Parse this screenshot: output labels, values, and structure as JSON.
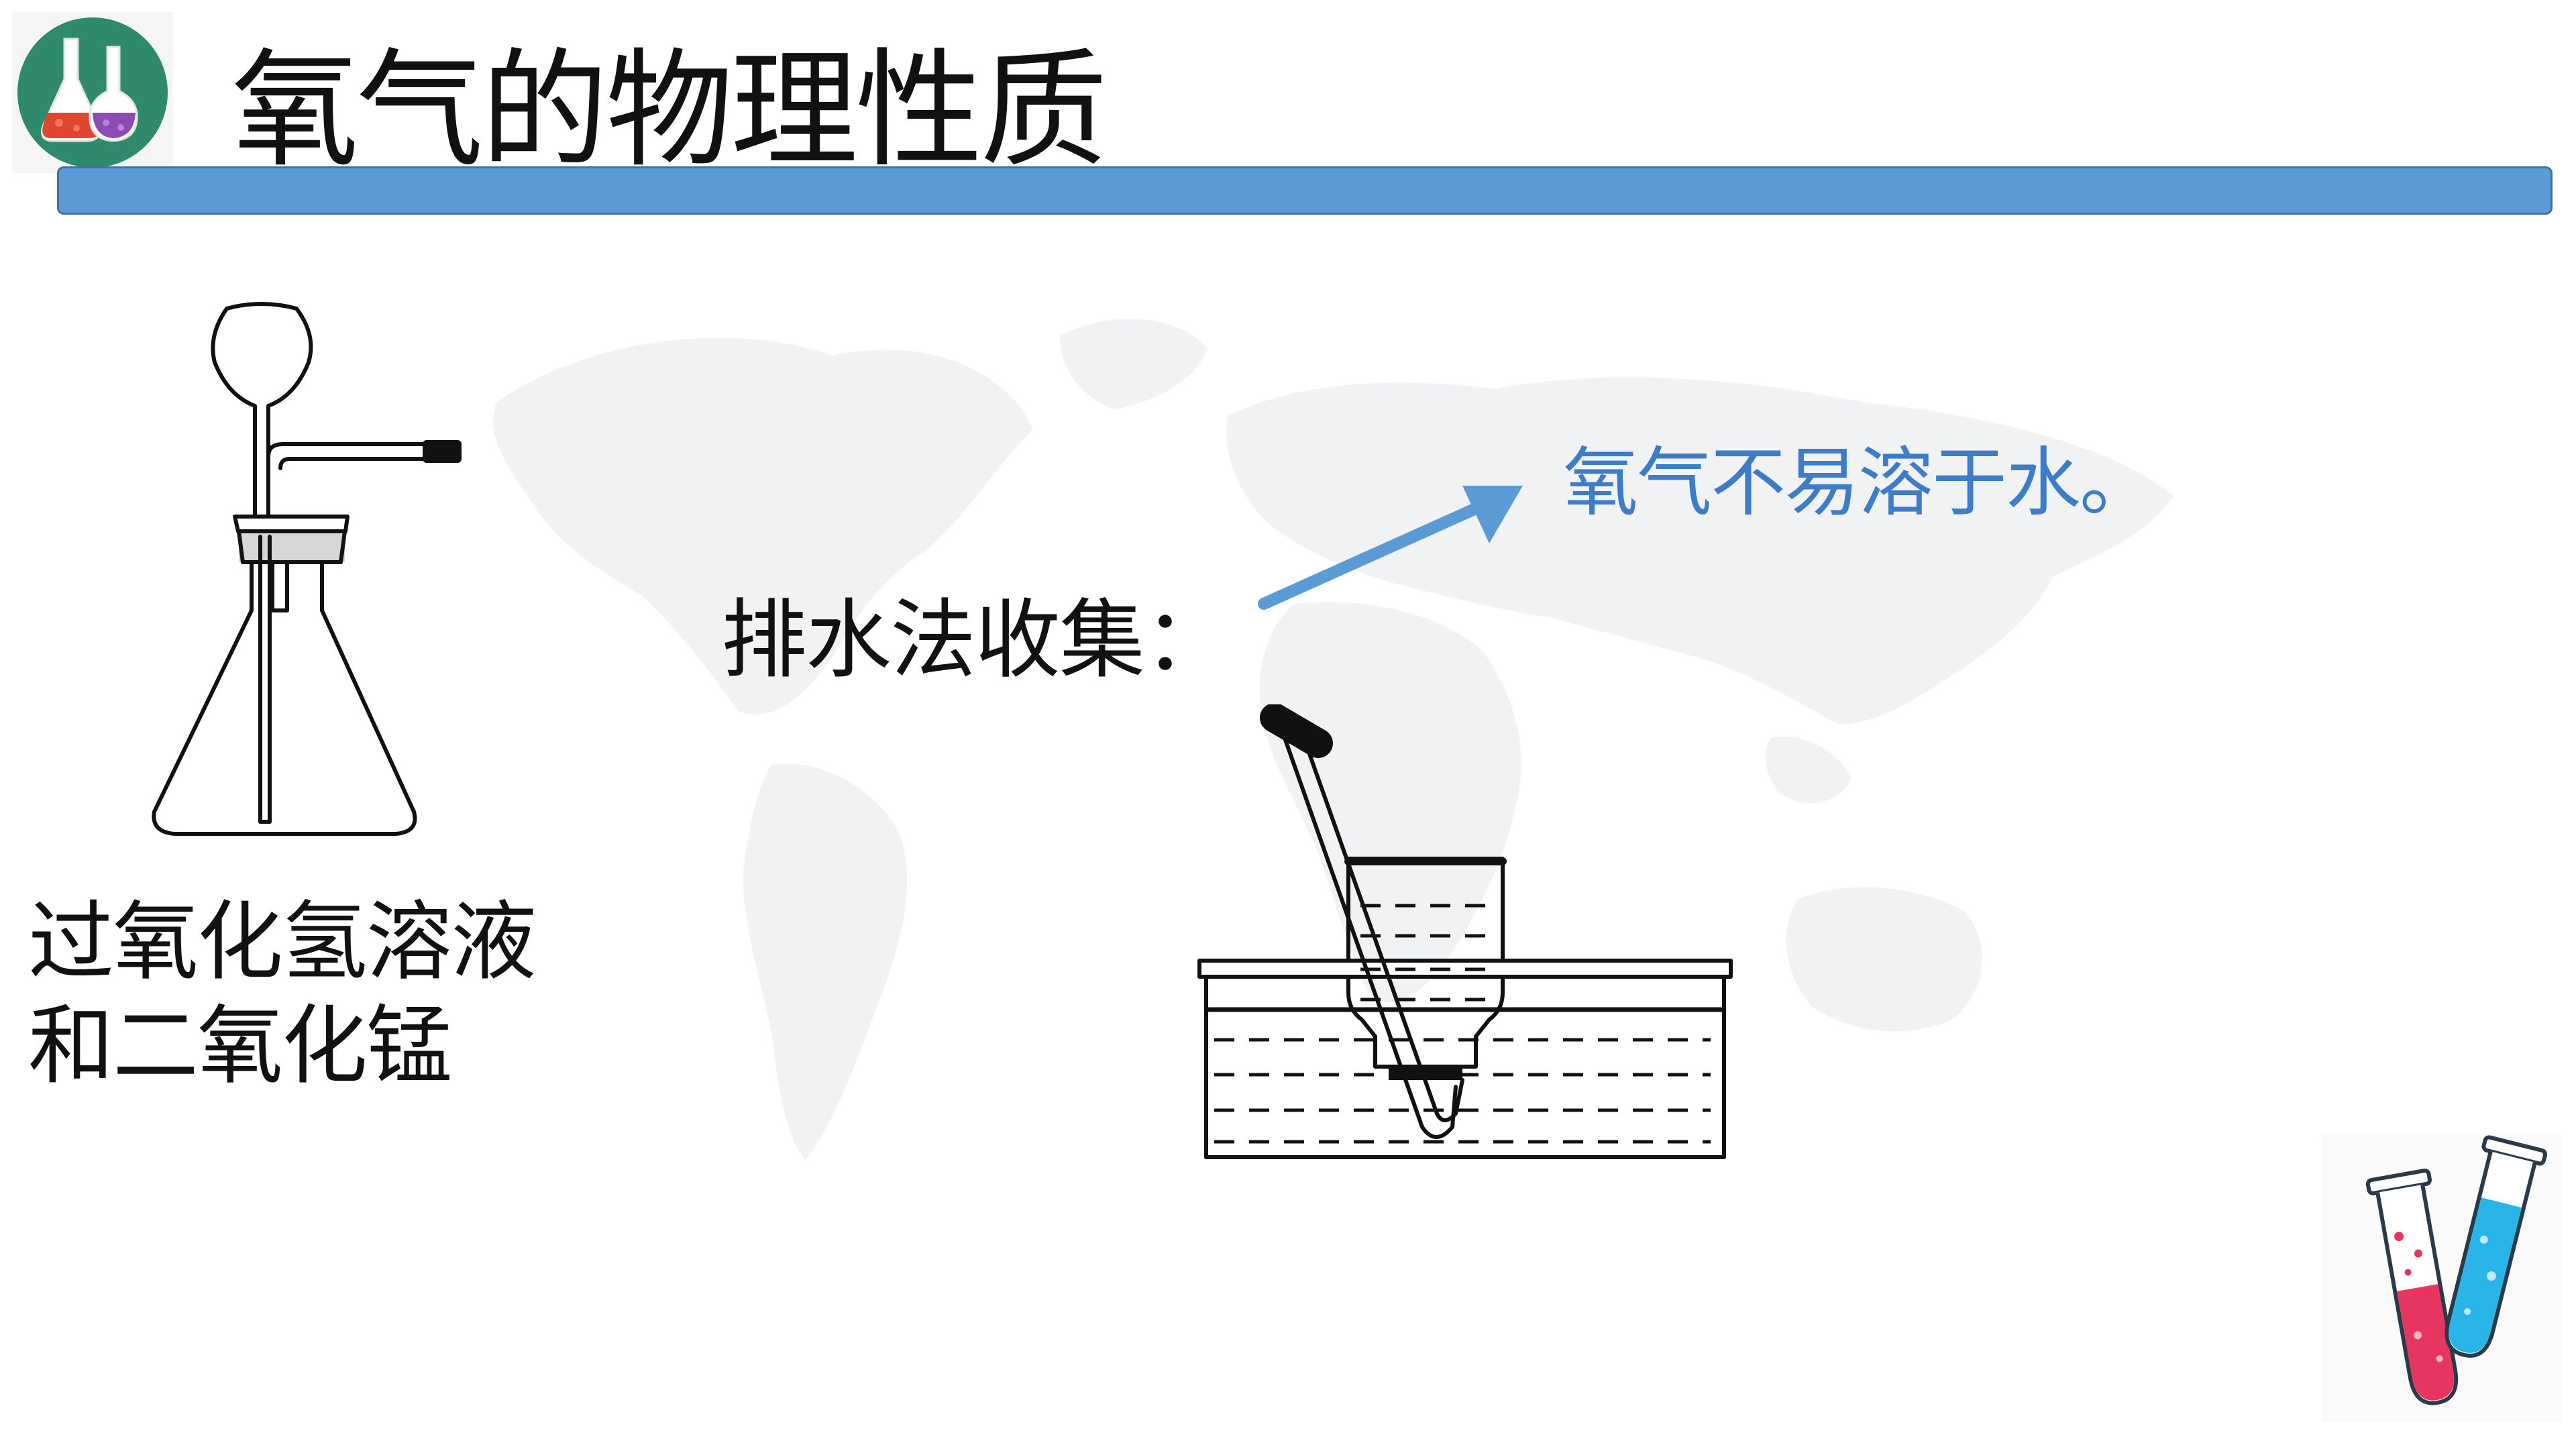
{
  "slide": {
    "title": "氧气的物理性质",
    "accent_color": "#5b9bd5",
    "note_color": "#3d7cc9"
  },
  "apparatus": {
    "reagent_line_1": "过氧化氢溶液",
    "reagent_line_2": "和二氧化锰"
  },
  "collection": {
    "method_label": "排水法收集：",
    "property_note": "氧气不易溶于水。"
  },
  "icons": {
    "logo": "chemistry-flasks-icon",
    "corner": "test-tubes-icon",
    "arrow": "arrow-icon",
    "background": "world-map-watermark"
  }
}
